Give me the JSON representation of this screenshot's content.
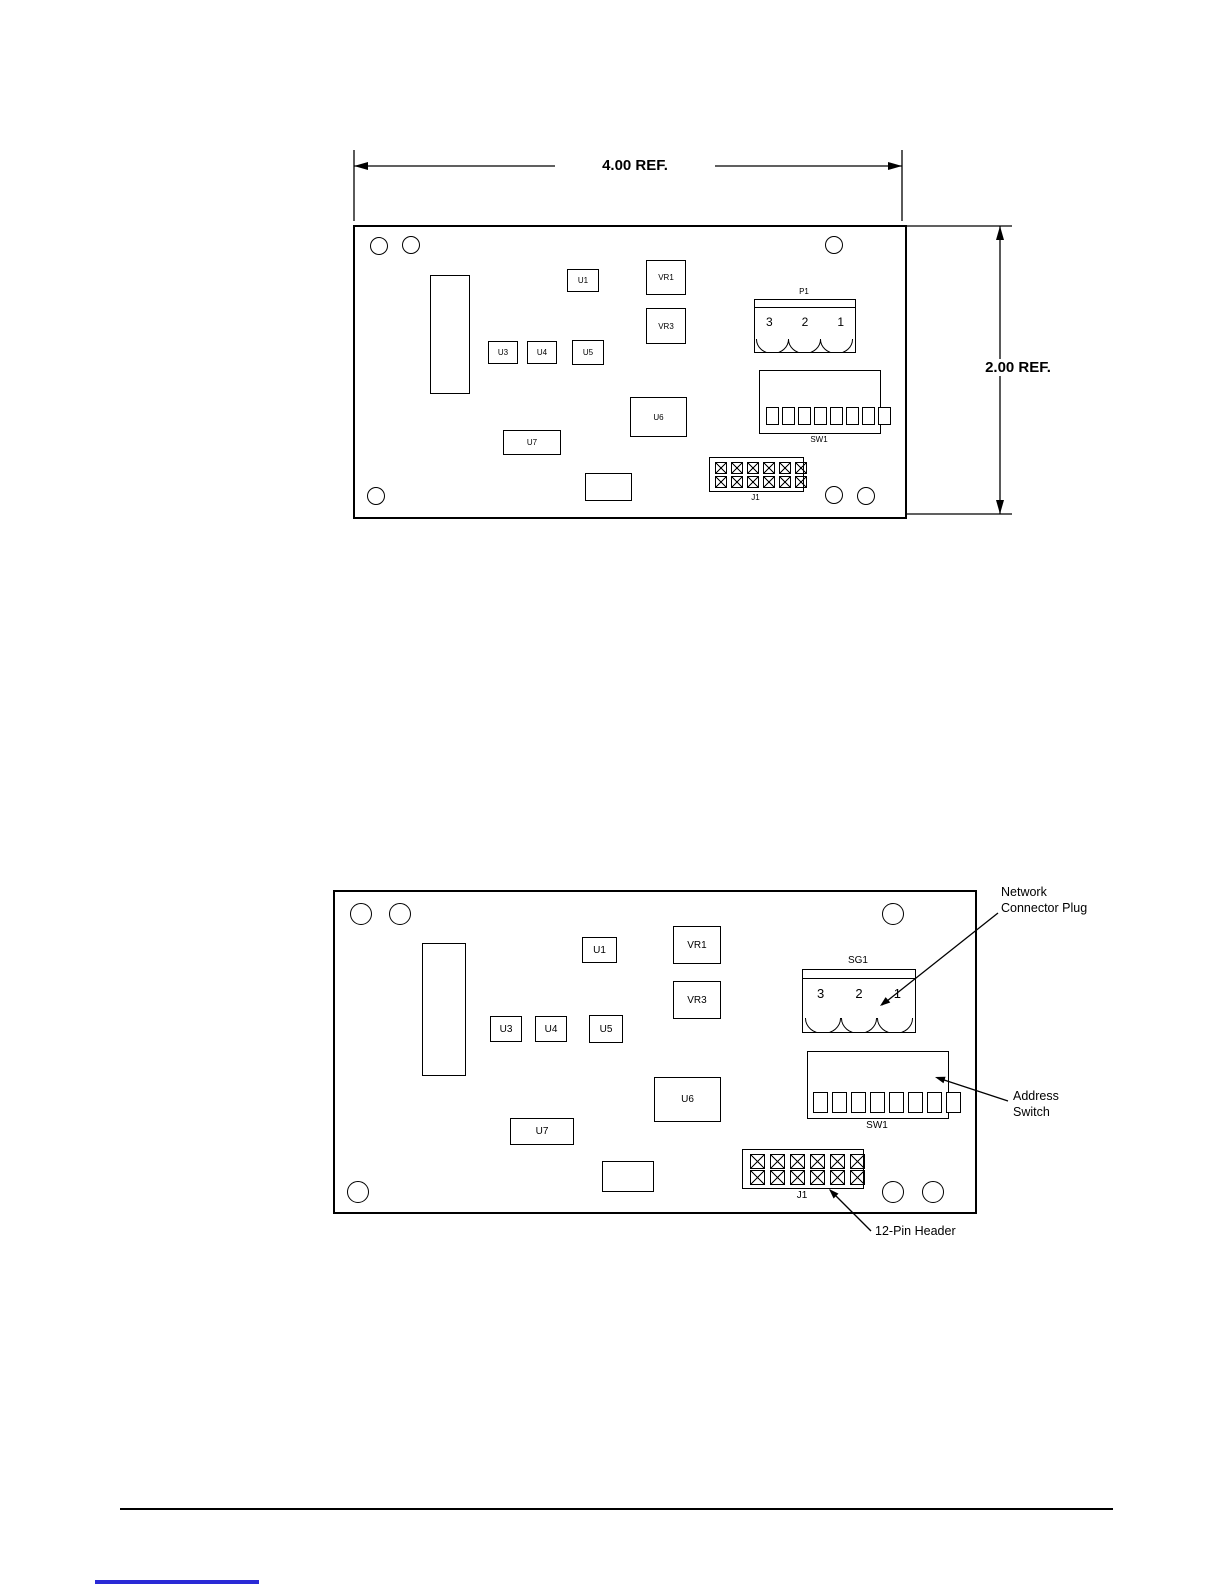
{
  "dimensions": {
    "width_ref": "4.00 REF.",
    "height_ref": "2.00 REF."
  },
  "top_board": {
    "components": {
      "u1": "U1",
      "vr1": "VR1",
      "vr3": "VR3",
      "u3": "U3",
      "u4": "U4",
      "u5": "U5",
      "u6": "U6",
      "u7": "U7"
    },
    "connector": {
      "label": "P1",
      "pin3": "3",
      "pin2": "2",
      "pin1": "1"
    },
    "dip_switch_label": "SW1",
    "header_label": "J1"
  },
  "bottom_board": {
    "components": {
      "u1": "U1",
      "vr1": "VR1",
      "vr3": "VR3",
      "u3": "U3",
      "u4": "U4",
      "u5": "U5",
      "u6": "U6",
      "u7": "U7"
    },
    "connector": {
      "label": "SG1",
      "pin3": "3",
      "pin2": "2",
      "pin1": "1"
    },
    "dip_switch_label": "SW1",
    "header_label": "J1"
  },
  "annotations": {
    "network_connector_plug": "Network Connector Plug",
    "address_switch": "Address Switch",
    "pin_header": "12-Pin Header"
  }
}
